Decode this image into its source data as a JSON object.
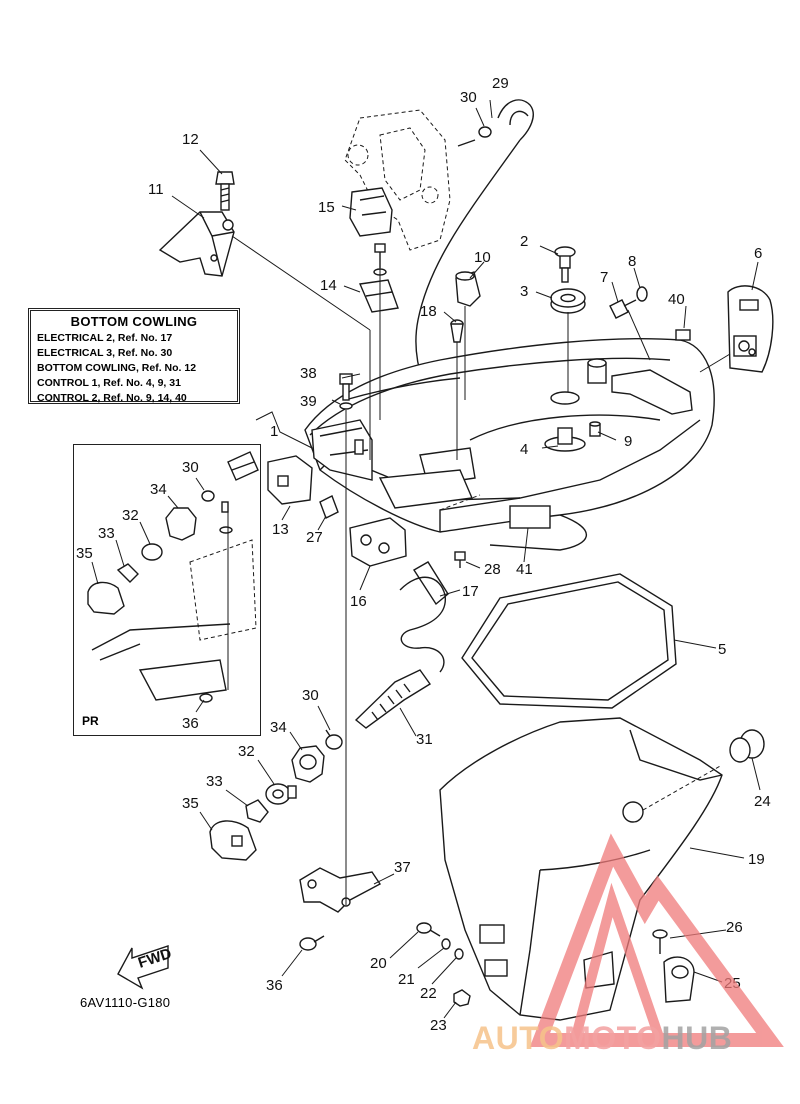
{
  "reference_box": {
    "title": "BOTTOM COWLING",
    "lines": [
      "ELECTRICAL 2,  Ref. No. 17",
      "ELECTRICAL 3,  Ref. No. 30",
      "BOTTOM COWLING,  Ref. No. 12",
      "CONTROL 1,  Ref. No. 4, 9, 31",
      "CONTROL 2,  Ref. No. 9, 14, 40"
    ]
  },
  "inset_label": "PR",
  "diagram_code": "6AV1110-G180",
  "fwd_label": "FWD",
  "callouts": {
    "n1": "1",
    "n2": "2",
    "n3": "3",
    "n4": "4",
    "n5": "5",
    "n6": "6",
    "n7": "7",
    "n8": "8",
    "n9": "9",
    "n10": "10",
    "n11": "11",
    "n12": "12",
    "n13": "13",
    "n14": "14",
    "n15": "15",
    "n16": "16",
    "n17": "17",
    "n18": "18",
    "n19": "19",
    "n20": "20",
    "n21": "21",
    "n22": "22",
    "n23": "23",
    "n24": "24",
    "n25": "25",
    "n26": "26",
    "n27": "27",
    "n28": "28",
    "n29": "29",
    "n30": "30",
    "n31": "31",
    "n32": "32",
    "n33": "33",
    "n34": "34",
    "n35": "35",
    "n36": "36",
    "n37": "37",
    "n38": "38",
    "n39": "39",
    "n40": "40",
    "n41": "41"
  },
  "inset_callouts": {
    "n30": "30",
    "n32": "32",
    "n33": "33",
    "n34": "34",
    "n35": "35",
    "n36": "36"
  },
  "watermark": {
    "part1": "AUTO",
    "part2": "MOTO",
    "part3": "HUB"
  },
  "colors": {
    "line": "#1a1a1a",
    "watermark_red": "#f07a7a",
    "watermark_orange": "#f6c38a",
    "watermark_gray": "#a3a3a3"
  }
}
